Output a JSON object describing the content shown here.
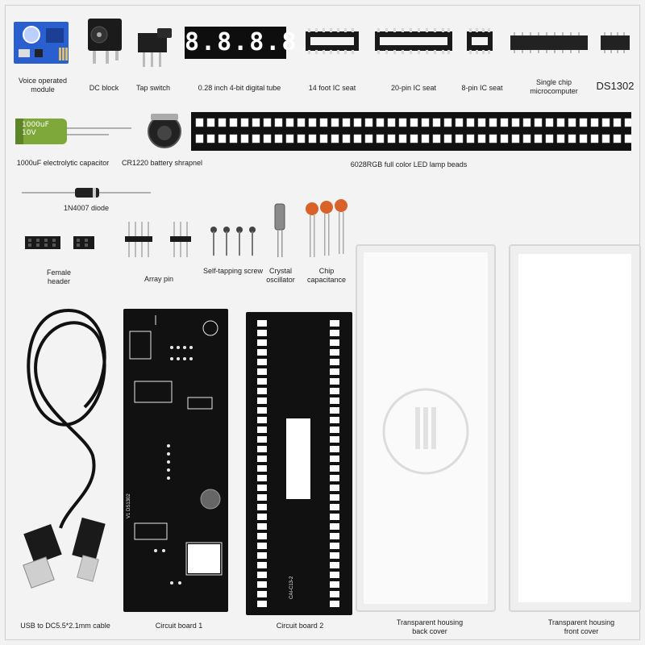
{
  "labels": {
    "voice_module": "Voice operated module",
    "dc_block": "DC block",
    "tap_switch": "Tap switch",
    "digital_tube": "0.28 inch 4-bit digital tube",
    "ic_seat_14": "14 foot IC seat",
    "ic_seat_20": "20-pin IC seat",
    "ic_seat_8": "8-pin IC seat",
    "single_chip": "Single chip microcomputer",
    "ds1302": "DS1302",
    "capacitor": "1000uF electrolytic capacitor",
    "battery_shrapnel": "CR1220 battery shrapnel",
    "led_beads": "6028RGB full color LED lamp beads",
    "diode": "1N4007 diode",
    "female_header": "Female header",
    "array_pin": "Array pin",
    "screw": "Self-tapping screw",
    "crystal": "Crystal oscillator",
    "chip_cap": "Chip capacitance",
    "usb_cable": "USB to DC5.5*2.1mm cable",
    "board1": "Circuit board 1",
    "board2": "Circuit board 2",
    "back_cover": "Transparent housing back cover",
    "front_cover": "Transparent housing front cover"
  },
  "printed": {
    "cap_marking": "1000uF 10V",
    "tube_digits": "8.8.8.8.",
    "diode_label": "1N4007",
    "board2_code": "CAI-C13-2",
    "board1_code": "V1 DS1302"
  },
  "colors": {
    "pcb": "#111111",
    "silk": "#e8e8e8",
    "led_red": "#ff2a1a",
    "module_blue": "#2a5fd0",
    "cap_green": "#7fa83a",
    "chip_cap_orange": "#d9622b",
    "acrylic": "#f7f7f7"
  }
}
